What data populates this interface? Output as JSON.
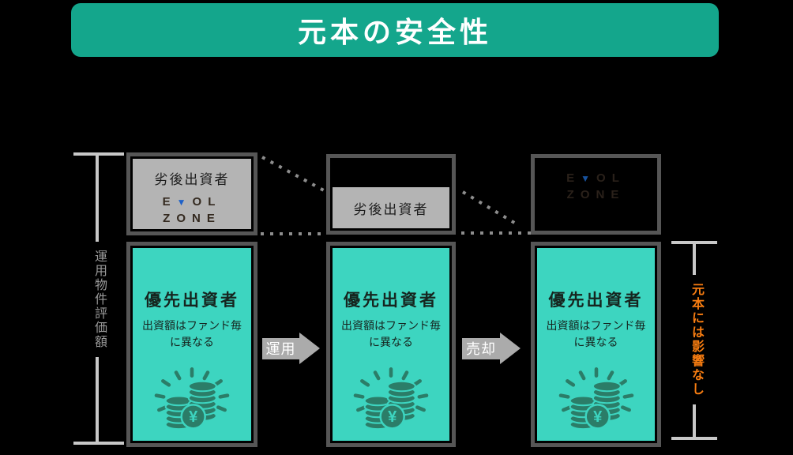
{
  "title": {
    "banner": "元本の安全性"
  },
  "logo": {
    "e": "E",
    "v": "▼",
    "ol": "OL",
    "zone": "ZONE"
  },
  "boxes": {
    "subordinated_label": "劣後出資者",
    "preferred_label": "優先出資者",
    "preferred_note1": "出資額はファンド毎",
    "preferred_note2": "に異なる"
  },
  "coin": {
    "yen": "¥"
  },
  "arrows": {
    "left": "運用",
    "right": "売却"
  },
  "measures": {
    "left": "運用物件評価額",
    "right": "元本には影響なし"
  },
  "colors": {
    "banner_teal": "#14a68c",
    "box_teal": "#3dd5c0",
    "coin_green": "#2b7d68",
    "gray_fill": "#b4b4b4",
    "border_gray": "#565656",
    "arrow_gray": "#ababab",
    "orange": "#f87d11",
    "logo_blue": "#1e61c8",
    "background": "#000000"
  }
}
